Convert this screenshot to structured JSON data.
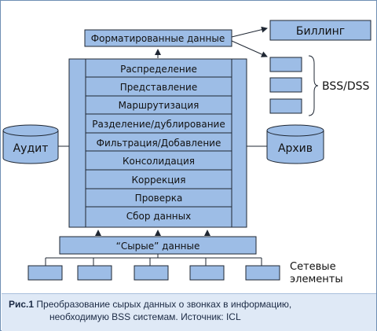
{
  "diagram": {
    "formatted": "Форматированные данные",
    "billing": "Биллинг",
    "bss": "BSS/DSS",
    "audit": "Аудит",
    "archive": "Архив",
    "layers": [
      "Распределение",
      "Представление",
      "Маршрутизация",
      "Разделение/дублирование",
      "Фильтрация/Добавление",
      "Консолидация",
      "Коррекция",
      "Проверка",
      "Сбор данных"
    ],
    "raw": "“Сырые” данные",
    "network_line1": "Сетевые",
    "network_line2": "элементы"
  },
  "caption": {
    "label": "Рис.1",
    "line1": "Преобразование сырых данных о звонках в информацию,",
    "line2": "необходимую BSS системам. Источник: ICL"
  },
  "colors": {
    "box_fill": "#9dbde6",
    "stroke": "#1f2733",
    "caption_bg": "#dfe9f6"
  }
}
